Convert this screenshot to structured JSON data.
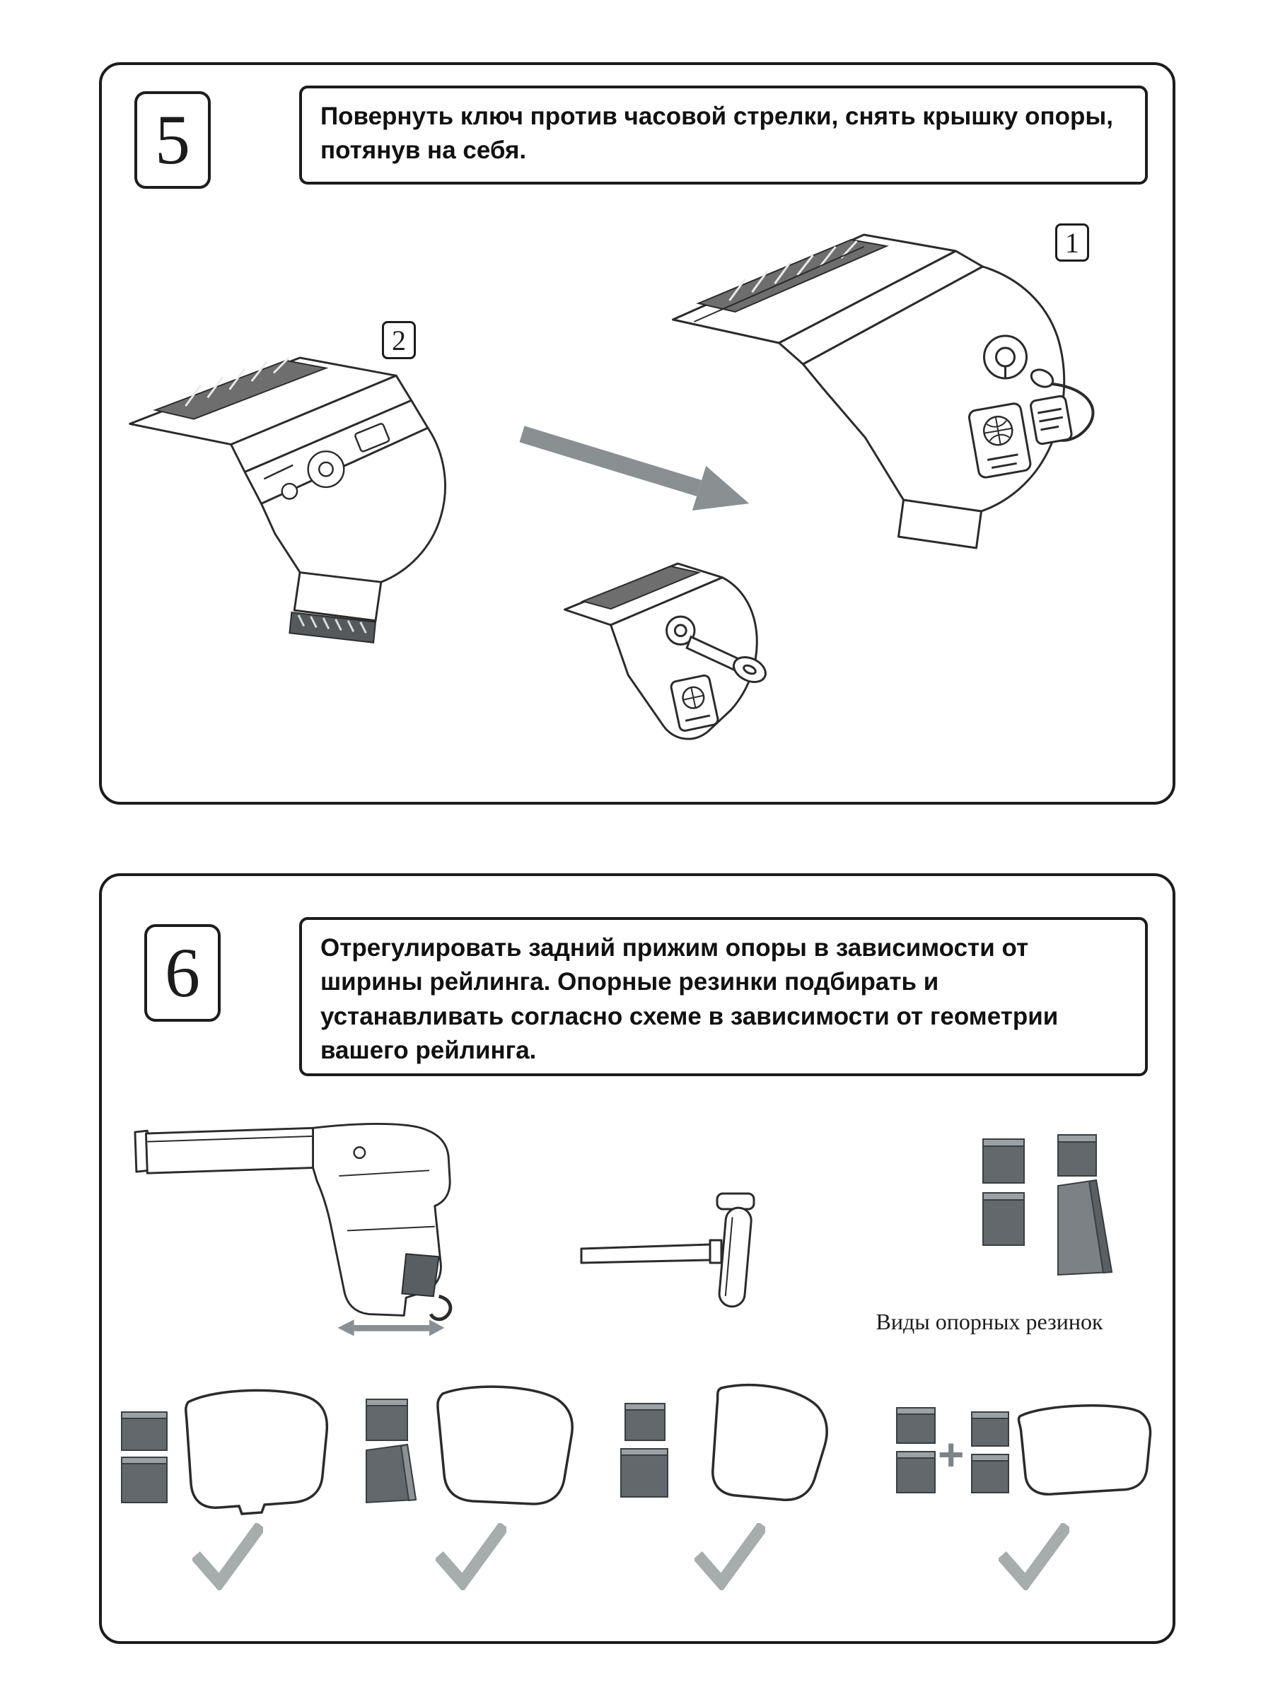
{
  "colors": {
    "ink": "#1c1c1c",
    "strip_gray": "#6e6e6e",
    "arrow_gray": "#8a8f92",
    "pad_gray": "#62686b",
    "check_gray": "#a7acac"
  },
  "step5": {
    "number": "5",
    "instruction": "Повернуть ключ  против часовой стрелки, снять крышку опоры, потянув на себя.",
    "item_labels": {
      "covered": "1",
      "open": "2"
    }
  },
  "step6": {
    "number": "6",
    "instruction": "Отрегулировать задний прижим опоры в зависимости от ширины рейлинга. Опорные резинки подбирать и устанавливать согласно схеме в зависимости от геометрии вашего рейлинга.",
    "pads_caption": "Виды опорных резинок",
    "plus_sign": "+"
  }
}
